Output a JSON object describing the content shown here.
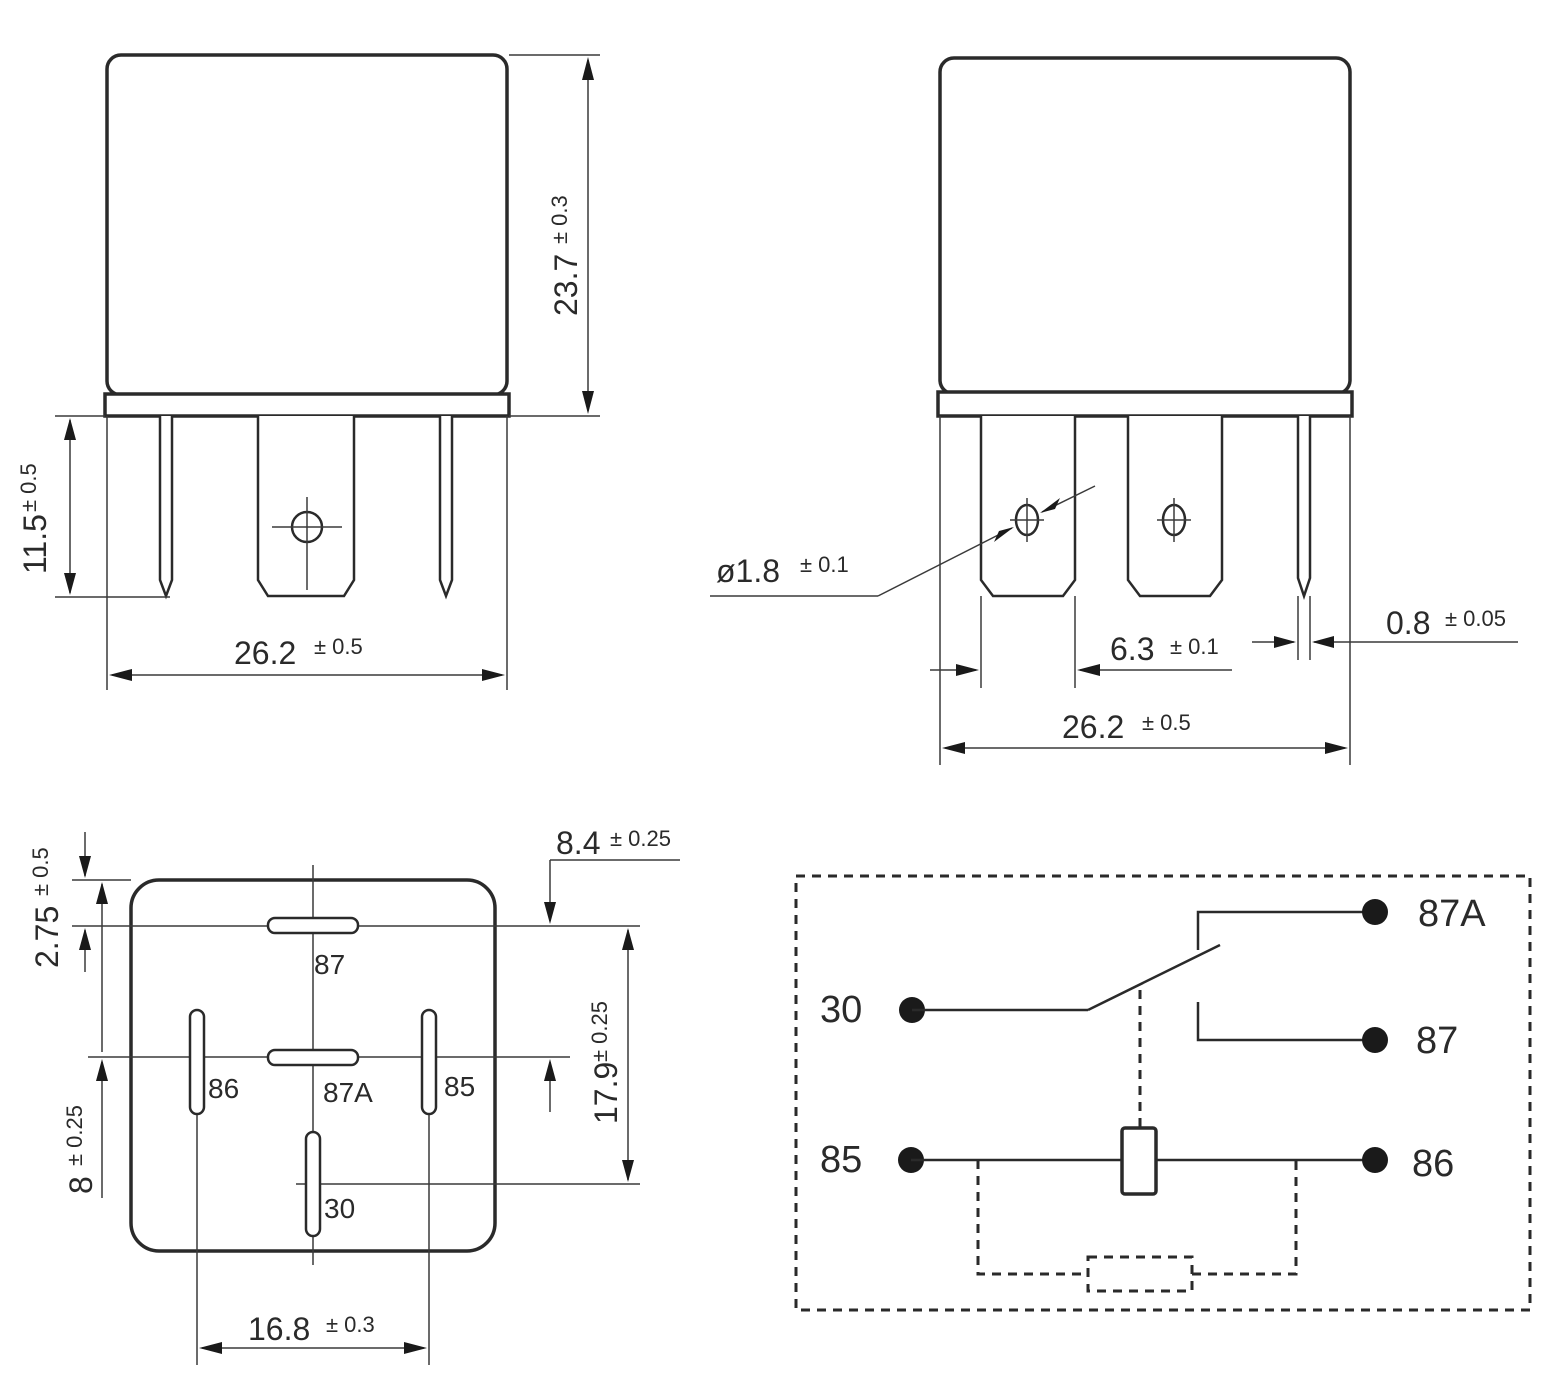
{
  "side_view": {
    "height_dim": {
      "value": "23.7",
      "tol": "± 0.3"
    },
    "pin_dim": {
      "value": "11.5",
      "tol": "± 0.5"
    },
    "width_dim": {
      "value": "26.2",
      "tol": "± 0.5"
    }
  },
  "front_view": {
    "hole_dim": {
      "value": "ø1.8",
      "tol": "± 0.1"
    },
    "terminal_width_dim": {
      "value": "6.3",
      "tol": "± 0.1"
    },
    "pin_thickness_dim": {
      "value": "0.8",
      "tol": "± 0.05"
    },
    "width_dim": {
      "value": "26.2",
      "tol": "± 0.5"
    }
  },
  "bottom_view": {
    "top_offset_dim": {
      "value": "2.75",
      "tol": "± 0.5"
    },
    "right_offset_dim": {
      "value": "8.4",
      "tol": "± 0.25"
    },
    "vertical_span_dim": {
      "value": "17.9",
      "tol": "± 0.25"
    },
    "left_offset_dim": {
      "value": "8",
      "tol": "± 0.25"
    },
    "pin_spacing_dim": {
      "value": "16.8",
      "tol": "± 0.3"
    },
    "pin_labels": {
      "p87": "87",
      "p86": "86",
      "p87a": "87A",
      "p85": "85",
      "p30": "30"
    }
  },
  "schematic": {
    "terminals": {
      "t30": "30",
      "t87a": "87A",
      "t87": "87",
      "t85": "85",
      "t86": "86"
    }
  }
}
